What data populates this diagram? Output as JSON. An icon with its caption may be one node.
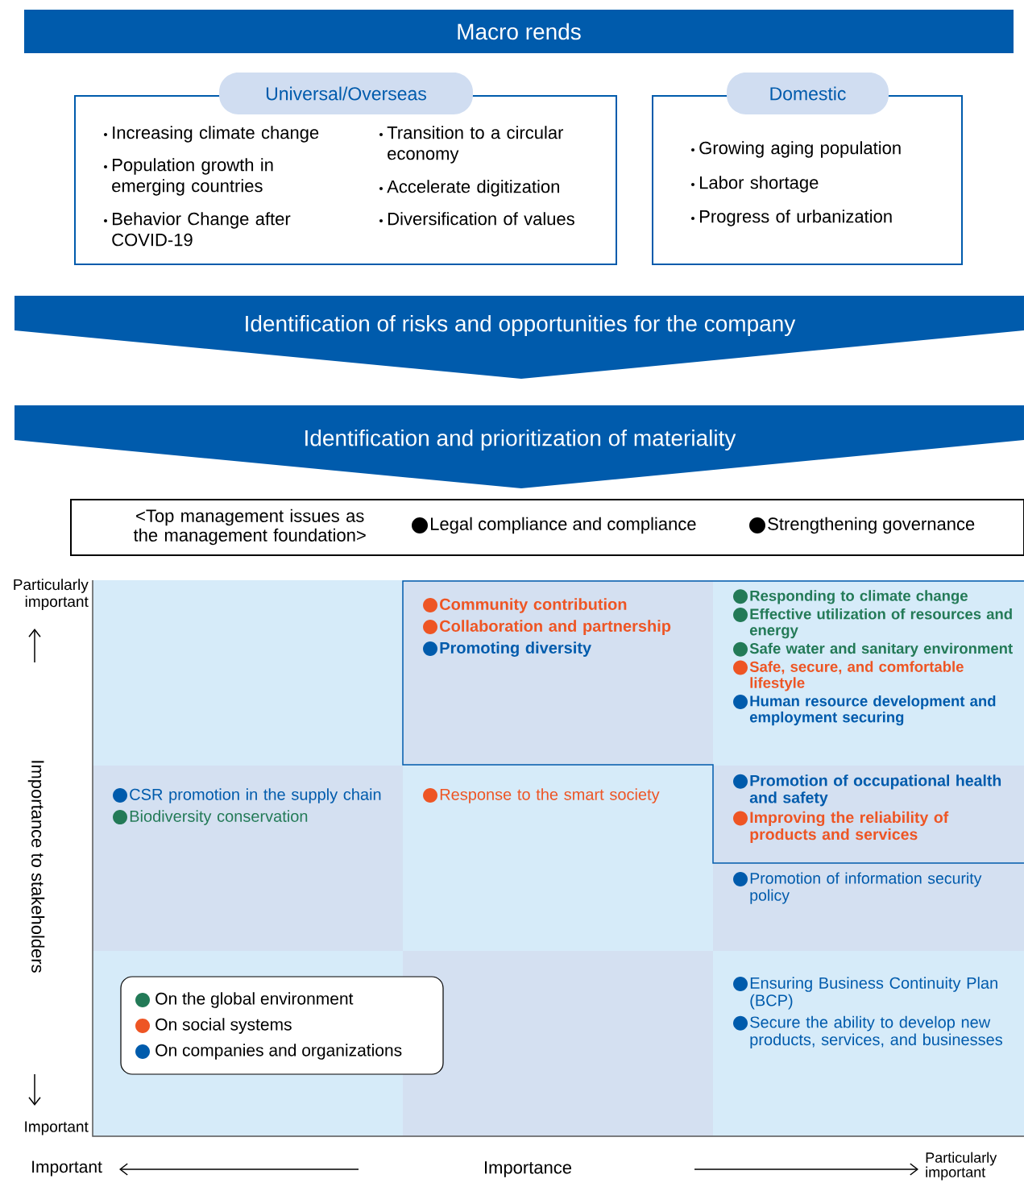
{
  "diagram": {
    "nodes": [
      {
        "text": [
          "Macro rends"
        ]
      },
      {
        "text": [
          "Universal/Overseas",
          "Increasing climate change",
          "Population growth in emerging countries",
          "Behavior Change after COVID-19",
          "Transition to a circular economy",
          "Accelerate digitization",
          "Diversification of values"
        ]
      },
      {
        "text": [
          "Domestic",
          "Growing aging population",
          "Labor shortage",
          "Progress of urbanization"
        ]
      },
      {
        "text": [
          "Identification of risks and opportunities for the company"
        ]
      },
      {
        "text": [
          "Identification and prioritization of materiality"
        ]
      },
      {
        "text": [
          "<Top management issues as the management foundation>",
          "Legal compliance and compliance",
          "Strengthening governance"
        ]
      },
      {
        "text": [
          "Community contribution",
          "Collaboration and partnership",
          "Promoting diversity"
        ]
      },
      {
        "text": [
          "Responding to climate change",
          "Effective utilization of resources and energy",
          "Safe water and sanitary environment",
          "Safe, secure, and comfortable lifestyle",
          "Human resource development and employment securing"
        ]
      },
      {
        "text": [
          "CSR promotion in the supply chain",
          "Biodiversity conservation"
        ]
      },
      {
        "text": [
          "Response to the smart society"
        ]
      },
      {
        "text": [
          "Promotion of occupational health and safety",
          "Improving the reliability of products and services",
          "Promotion of information security policy"
        ]
      },
      {
        "text": [
          "Ensuring Business Continuity Plan (BCP)",
          "Secure the ability to develop new products, services, and businesses"
        ]
      }
    ],
    "labels": [
      "Particularly important",
      "Importance to stakeholders",
      "Important",
      "Important",
      "Importance",
      "Particularly important"
    ],
    "legend": [
      {
        "text": "On the global environment",
        "color": "#237a57"
      },
      {
        "text": "On social systems",
        "color": "#ee5524"
      },
      {
        "text": "On companies and organizations",
        "color": "#005bac"
      }
    ]
  }
}
